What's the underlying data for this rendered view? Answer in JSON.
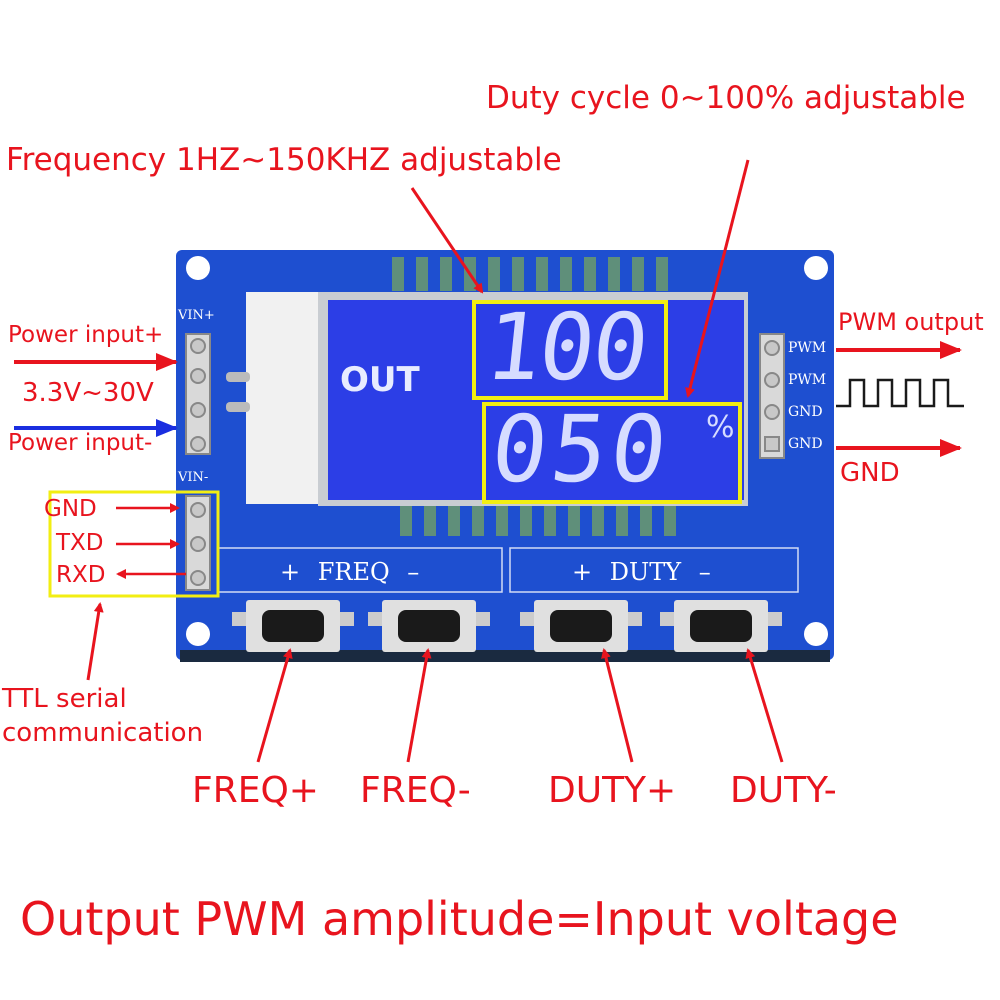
{
  "annotations": {
    "duty_range": "Duty cycle 0~100% adjustable",
    "freq_range": "Frequency 1HZ~150KHZ adjustable",
    "power_pos": "Power input+",
    "voltage_range": "3.3V~30V",
    "power_neg": "Power input-",
    "gnd": "GND",
    "txd": "TXD",
    "rxd": "RXD",
    "ttl_line1": "TTL serial",
    "ttl_line2": "communication",
    "pwm_output": "PWM output",
    "gnd_output": "GND",
    "freq_plus": "FREQ+",
    "freq_minus": "FREQ-",
    "duty_plus": "DUTY+",
    "duty_minus": "DUTY-",
    "footer": "Output PWM amplitude=Input voltage"
  },
  "board": {
    "vin_plus": "VIN+",
    "vin_minus": "VIN-",
    "pins_right": [
      "PWM",
      "PWM",
      "GND",
      "GND"
    ],
    "freq_group": "+ FREQ –",
    "duty_group": "+ DUTY –"
  },
  "lcd": {
    "mode": "OUT",
    "top_value": "100",
    "bottom_value": "050",
    "unit": "%"
  },
  "colors": {
    "annotation_red": "#e8141e",
    "highlight_yellow": "#f2ee12",
    "pcb_blue": "#1e4fd0",
    "lcd_blue": "#2c3ee6",
    "arrow_blue": "#1a2ee0"
  },
  "icons": [
    "square-wave-icon",
    "arrow-icon",
    "tactile-button"
  ]
}
